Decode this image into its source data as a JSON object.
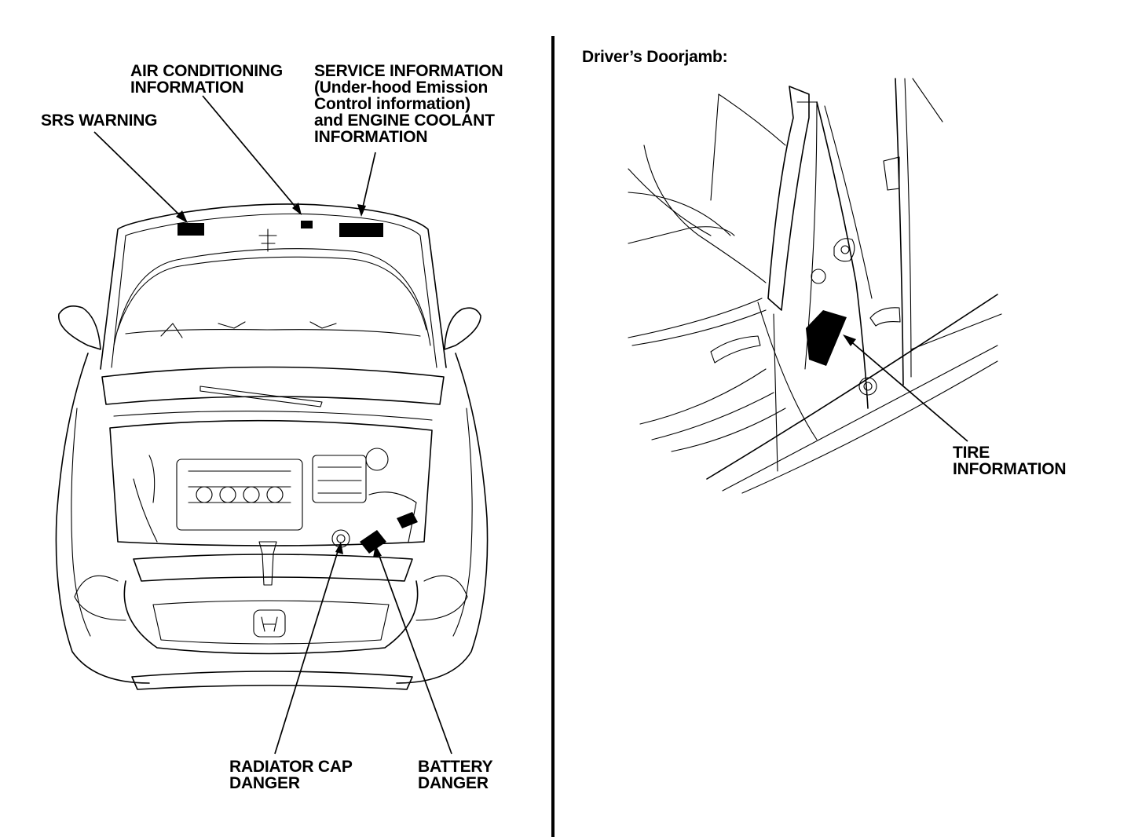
{
  "labels": {
    "srs_warning": [
      "SRS WARNING"
    ],
    "air_conditioning": [
      "AIR CONDITIONING",
      "INFORMATION"
    ],
    "service_information": [
      "SERVICE INFORMATION",
      "(Under-hood Emission",
      "Control information)",
      "and ENGINE COOLANT",
      "INFORMATION"
    ],
    "radiator_cap": [
      "RADIATOR CAP",
      "DANGER"
    ],
    "battery": [
      "BATTERY",
      "DANGER"
    ],
    "doorjamb_title": "Driver’s Doorjamb:",
    "tire_information": [
      "TIRE",
      "INFORMATION"
    ]
  },
  "colors": {
    "ink": "#000000",
    "background": "#ffffff"
  }
}
